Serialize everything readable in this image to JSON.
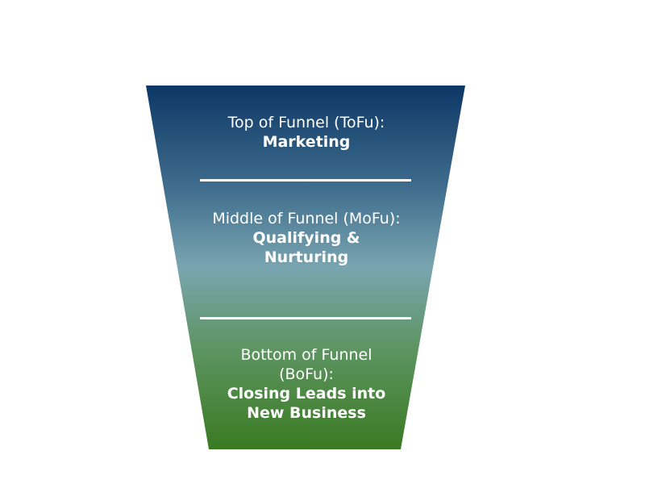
{
  "colors": {
    "top": "#0d3766",
    "upper_mid": "#3f6d8d",
    "middle": "#79a5b0",
    "lower_mid": "#5e9563",
    "bottom": "#3a7a22",
    "divider": "#ffffff",
    "text": "#ffffff"
  },
  "funnel": {
    "stages": [
      {
        "name": "Top of Funnel (ToFu):",
        "focus": "Marketing"
      },
      {
        "name": "Middle of Funnel (MoFu):",
        "focus": "Qualifying & Nurturing"
      },
      {
        "name": "Bottom of Funnel (BoFu):",
        "focus": "Closing Leads into New Business"
      }
    ]
  }
}
